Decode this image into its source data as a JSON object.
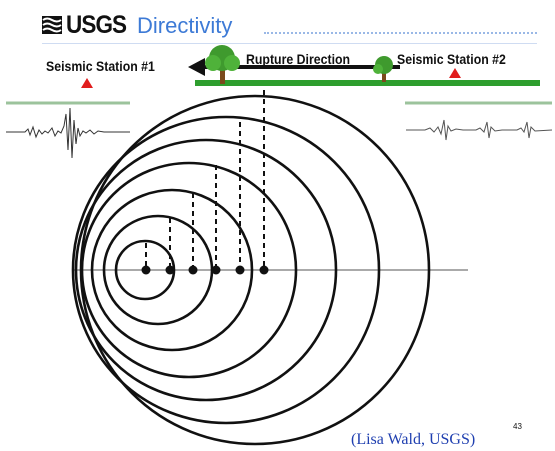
{
  "header": {
    "logo_text": "USGS",
    "title": "Directivity"
  },
  "labels": {
    "station_1": "Seismic Station #1",
    "station_2": "Seismic Station #2",
    "rupture_direction": "Rupture Direction"
  },
  "citation": "(Lisa Wald, USGS)",
  "page_number": "43",
  "colors": {
    "title_blue": "#3d7ad6",
    "station_marker": "#e11d1d",
    "ground_green": "#2e9e2e",
    "citation_blue": "#1f3fb0"
  },
  "icons": {
    "station_marker": "red-triangle-icon",
    "arrow": "left-arrow-icon",
    "tree": "tree-icon"
  }
}
